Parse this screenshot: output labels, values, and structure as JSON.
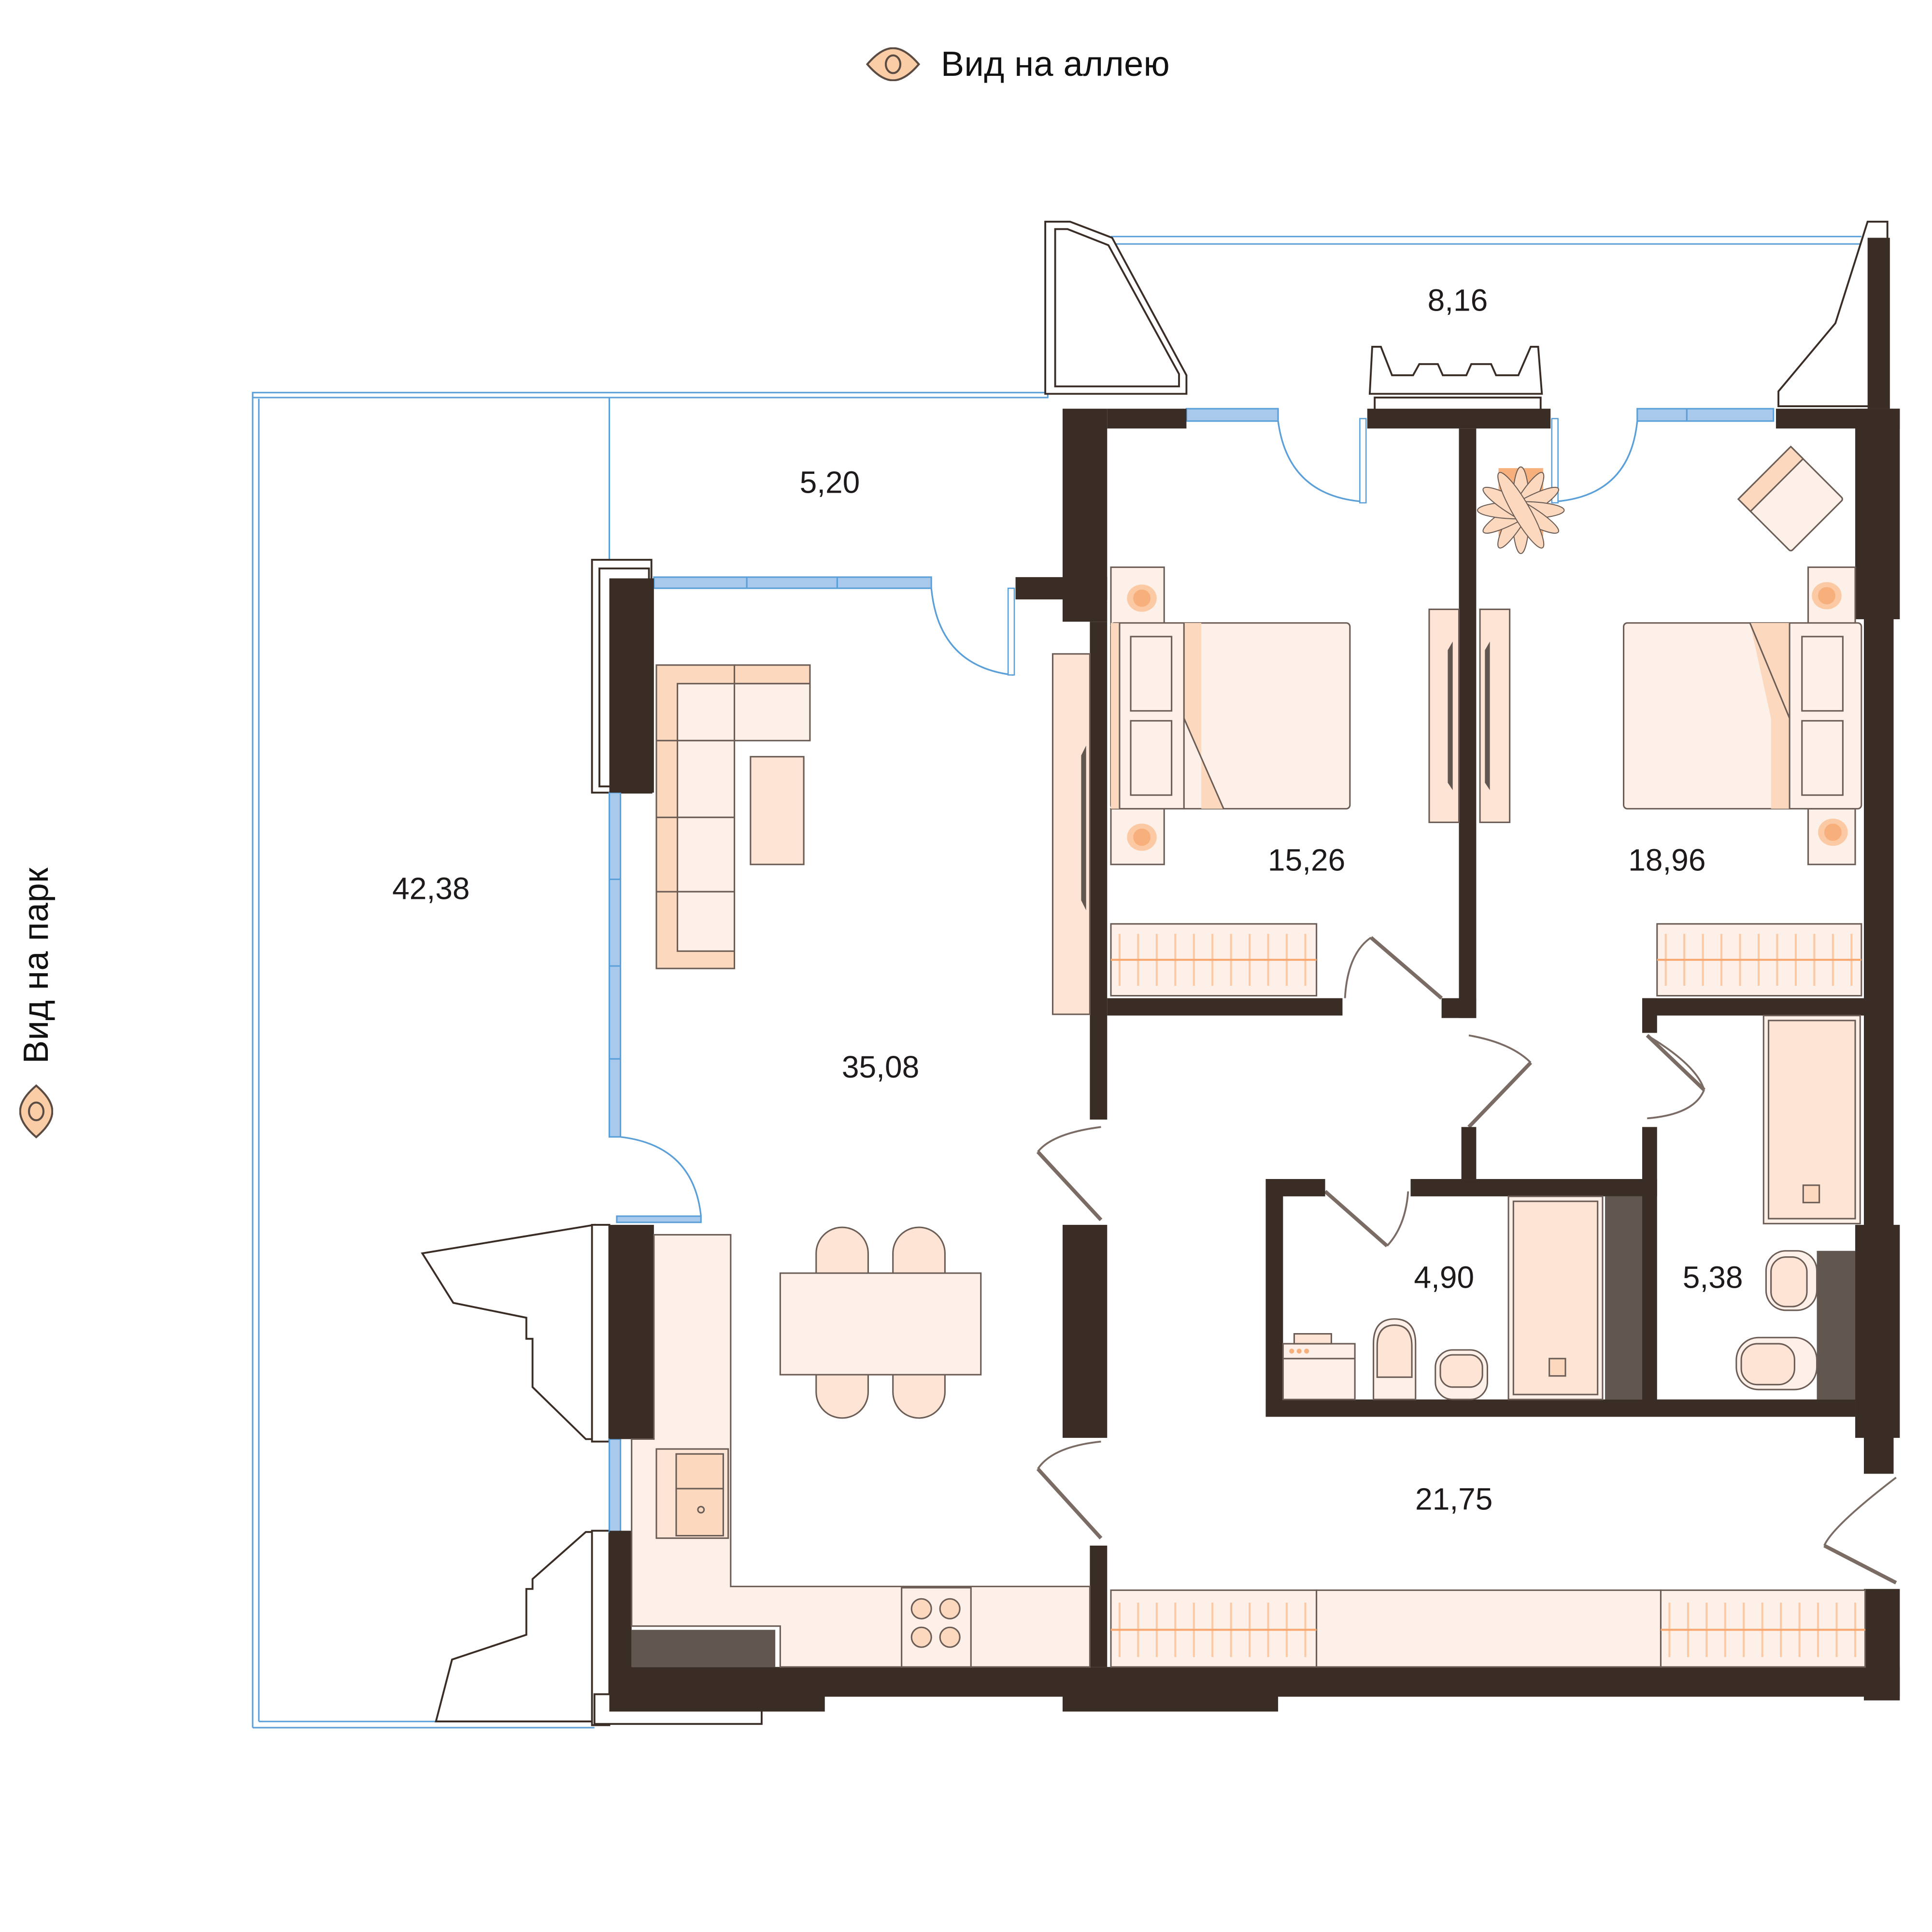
{
  "views": {
    "top": {
      "label": "Вид на аллею",
      "icon": "eye-icon"
    },
    "left": {
      "label": "Вид на парк",
      "icon": "eye-icon"
    }
  },
  "rooms": {
    "terrace": {
      "area": "42,38"
    },
    "balcony_living": {
      "area": "5,20"
    },
    "balcony_top": {
      "area": "8,16"
    },
    "living_kitchen": {
      "area": "35,08"
    },
    "bedroom_1": {
      "area": "15,26"
    },
    "bedroom_2": {
      "area": "18,96"
    },
    "bathroom_1": {
      "area": "4,90"
    },
    "bathroom_2": {
      "area": "5,38"
    },
    "hallway": {
      "area": "21,75"
    }
  },
  "colors": {
    "wall": "#3a2d26",
    "shaft": "#625650",
    "furniture_light": "#fdf0e8",
    "furniture_mid": "#fbd8be",
    "furniture_accent": "#f7b07c",
    "window_glass": "#a8c8ec",
    "window_frame": "#5b9fd8",
    "eye_fill": "#fbcda6"
  }
}
